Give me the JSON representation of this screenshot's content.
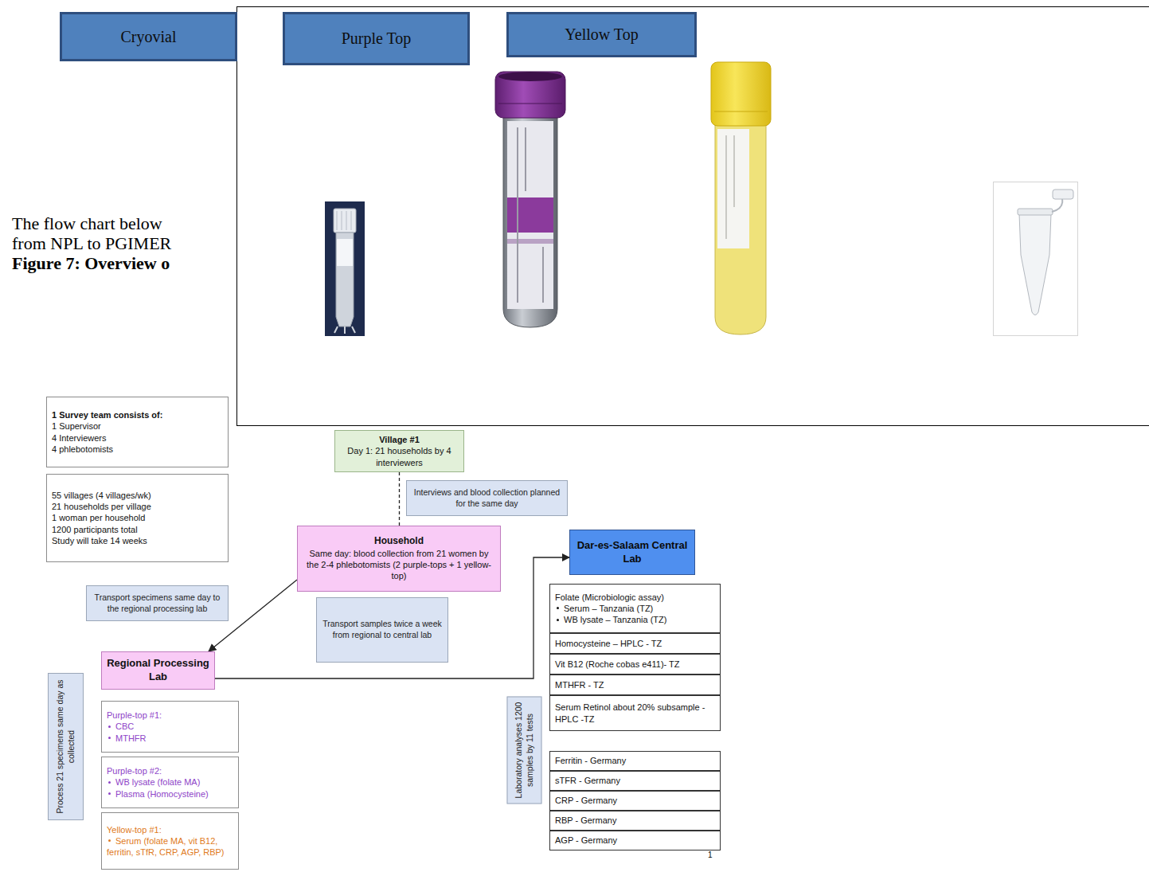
{
  "diagram": {
    "nodes": [
      {
        "text": [
          "Cryovial"
        ]
      },
      {
        "text": [
          "Purple Top"
        ]
      },
      {
        "text": [
          "Yellow Top"
        ]
      },
      {
        "text": [
          "1 Survey team consists of:",
          "1 Supervisor",
          "4 Interviewers",
          "4 phlebotomists"
        ]
      },
      {
        "text": [
          "55 villages (4 villages/wk)",
          "21 households per village",
          "1 woman per household",
          "1200 participants total",
          "Study will take 14 weeks"
        ]
      },
      {
        "text": [
          "Village #1",
          "Day 1: 21 households by 4 interviewers"
        ]
      },
      {
        "text": [
          "Interviews and blood collection planned for the same day"
        ]
      },
      {
        "text": [
          "Household",
          "Same day: blood collection from 21 women by the 2-4 phlebotomists (2 purple-tops + 1 yellow-top)"
        ]
      },
      {
        "text": [
          "Dar-es-Salaam Central Lab"
        ]
      },
      {
        "text": [
          "Transport specimens same day to the regional processing lab"
        ]
      },
      {
        "text": [
          "Transport samples twice a week from regional to central lab"
        ]
      },
      {
        "text": [
          "Regional Processing Lab"
        ]
      },
      {
        "text": [
          "Process 21 specimens same day as collected"
        ]
      },
      {
        "text": [
          "Purple-top #1:",
          "CBC",
          "MTHFR"
        ]
      },
      {
        "text": [
          "Purple-top #2:",
          "WB lysate (folate MA)",
          "Plasma (Homocysteine)"
        ]
      },
      {
        "text": [
          "Yellow-top #1:",
          "Serum (folate MA, vit B12, ferritin, sTfR, CRP, AGP, RBP)"
        ]
      },
      {
        "text": [
          "Folate (Microbiologic assay)",
          "Serum – Tanzania (TZ)",
          "WB lysate – Tanzania (TZ)"
        ]
      },
      {
        "text": [
          "Homocysteine – HPLC - TZ"
        ]
      },
      {
        "text": [
          "Vit B12 (Roche cobas e411)- TZ"
        ]
      },
      {
        "text": [
          "MTHFR - TZ"
        ]
      },
      {
        "text": [
          "Serum Retinol about 20% subsample - HPLC -TZ"
        ]
      },
      {
        "text": [
          "Laboratory analyses 1200 samples by 11 tests"
        ]
      },
      {
        "text": [
          "Ferritin - Germany"
        ]
      },
      {
        "text": [
          "sTFR - Germany"
        ]
      },
      {
        "text": [
          "CRP - Germany"
        ]
      },
      {
        "text": [
          "RBP - Germany"
        ]
      },
      {
        "text": [
          "AGP - Germany"
        ]
      }
    ],
    "edges": [
      {
        "from": 5,
        "to": 7,
        "arrow": "none"
      },
      {
        "from": 7,
        "to": 11,
        "arrow": "to"
      },
      {
        "from": 11,
        "to": 8,
        "arrow": "to"
      }
    ],
    "labels": [
      "The flow chart below",
      "from NPL to PGIMER",
      "Figure 7: Overview o",
      "1"
    ]
  }
}
